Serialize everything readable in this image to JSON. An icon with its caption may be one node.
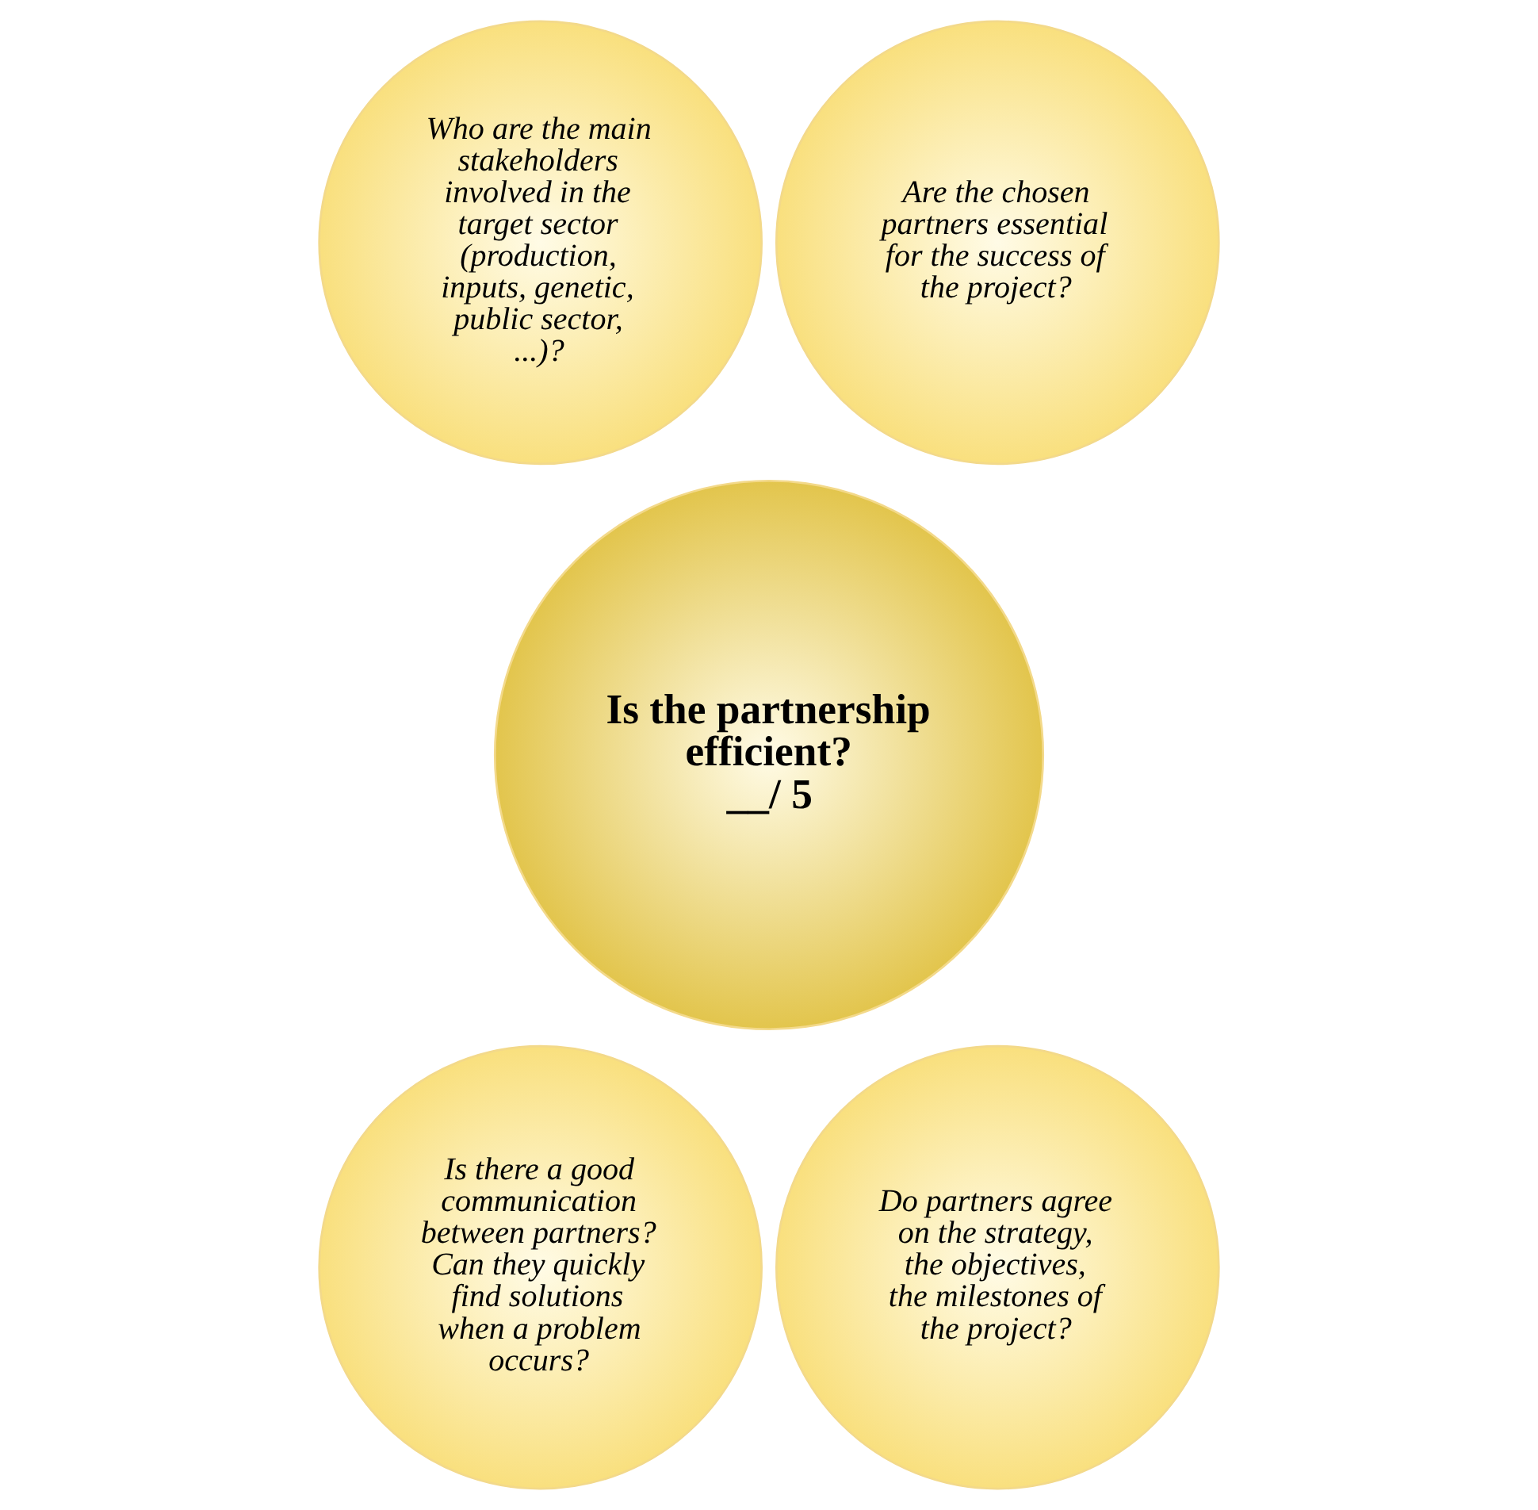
{
  "diagram": {
    "nodes": [
      {
        "text": [
          "Is the partnership efficient?",
          "__/ 5"
        ]
      },
      {
        "text": [
          "Who are the main stakeholders involved in the target sector (production, inputs, genetic, public sector, ...)?"
        ]
      },
      {
        "text": [
          "Are the chosen partners essential for the success of the project?"
        ]
      },
      {
        "text": [
          "Is there a good communication between partners? Can they quickly find solutions when a problem occurs?"
        ]
      },
      {
        "text": [
          "Do partners agree on the strategy, the objectives, the milestones of the project?"
        ]
      }
    ],
    "edges": []
  }
}
